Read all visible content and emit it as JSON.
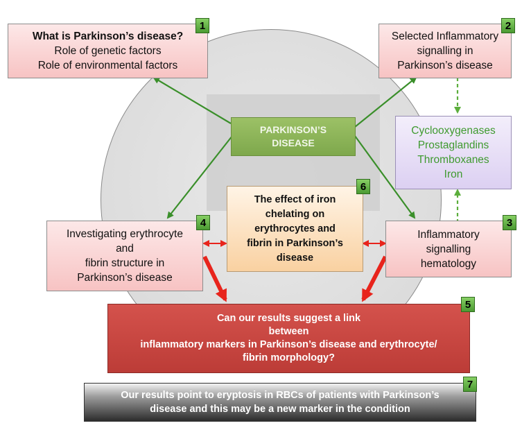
{
  "center": {
    "line1": "PARKINSON’S",
    "line2": "DISEASE"
  },
  "box1": {
    "num": "1",
    "title": "What is Parkinson’s disease?",
    "line1": "Role of genetic factors",
    "line2": "Role of environmental factors"
  },
  "box2": {
    "num": "2",
    "line1": "Selected Inflammatory",
    "line2": "signalling in",
    "line3": "Parkinson’s disease"
  },
  "purple": {
    "line1": "Cyclooxygenases",
    "line2": "Prostaglandins",
    "line3": "Thromboxanes",
    "line4": "Iron"
  },
  "box3": {
    "num": "3",
    "line1": "Inflammatory",
    "line2": "signalling",
    "line3": "hematology"
  },
  "box4": {
    "num": "4",
    "line1": "Investigating erythrocyte",
    "line2": "and",
    "line3": "fibrin structure in",
    "line4": "Parkinson’s disease"
  },
  "box6": {
    "num": "6",
    "line1": "The effect of iron",
    "line2": "chelating on",
    "line3": "erythrocytes and",
    "line4": "fibrin in Parkinson’s",
    "line5": "disease"
  },
  "box5": {
    "num": "5",
    "line1": "Can our results suggest a link",
    "line2": "between",
    "line3": "inflammatory markers in Parkinson’s disease  and erythrocyte/",
    "line4": "fibrin morphology?"
  },
  "box7": {
    "num": "7",
    "line1": "Our results point to eryptosis in RBCs of patients with  Parkinson’s",
    "line2": "disease and this may be a  new marker in the condition"
  },
  "colors": {
    "green_arrow": "#3a8f2a",
    "red_arrow": "#e8241c",
    "center_fill": "#8db457",
    "box5_fill": "#c9443f",
    "purple_text": "#3f9a2f"
  }
}
